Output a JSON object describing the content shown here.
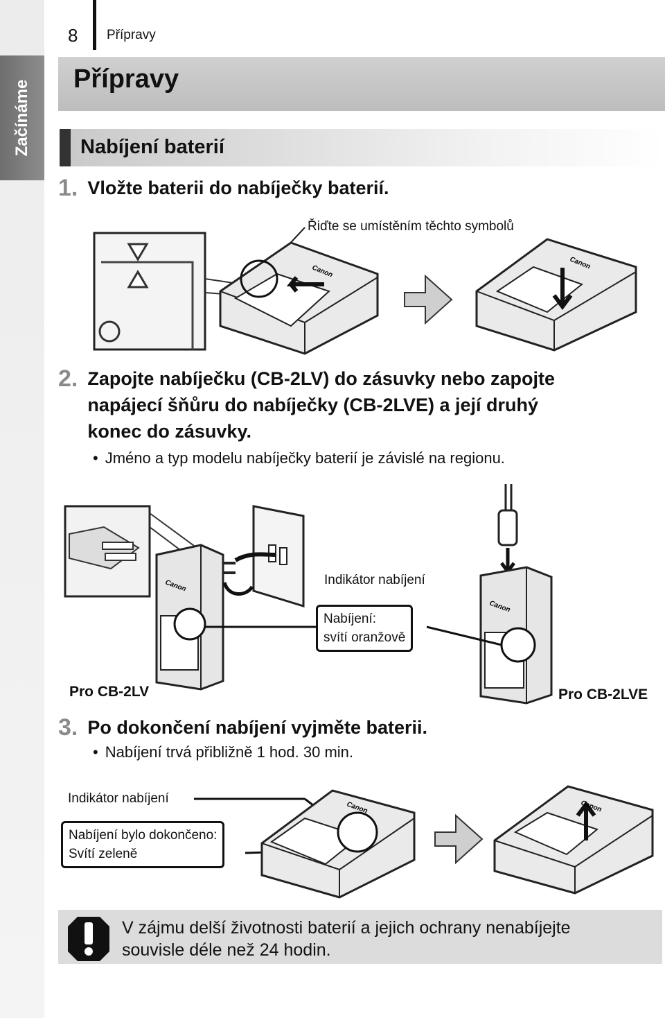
{
  "sidebar": {
    "label": "Začínáme"
  },
  "header": {
    "page_number": "8",
    "section": "Přípravy"
  },
  "page_title": "Přípravy",
  "section": {
    "title": "Nabíjení baterií"
  },
  "steps": [
    {
      "number": "1.",
      "text": "Vložte baterii do nabíječky baterií."
    },
    {
      "number": "2.",
      "lines": [
        "Zapojte nabíječku (CB-2LV) do zásuvky nebo zapojte",
        "napájecí šňůru do nabíječky (CB-2LVE) a její druhý",
        "konec do zásuvky."
      ]
    },
    {
      "number": "3.",
      "text": "Po dokončení nabíjení vyjměte baterii."
    }
  ],
  "bullets": {
    "step2": "Jméno a typ modelu nabíječky baterií je závislé na regionu.",
    "step3": "Nabíjení trvá přibližně 1 hod. 30 min."
  },
  "figure1": {
    "callout": "Řiďte se umístěním těchto symbolů"
  },
  "figure2": {
    "indicator_label": "Indikátor nabíjení",
    "status_lines": [
      "Nabíjení:",
      "svítí oranžově"
    ],
    "label_left": "Pro CB-2LV",
    "label_right": "Pro CB-2LVE"
  },
  "figure3": {
    "indicator_label": "Indikátor nabíjení",
    "status_lines": [
      "Nabíjení bylo dokončeno:",
      "Svítí zeleně"
    ]
  },
  "device_brand": "Canon",
  "warning": {
    "icon": "exclamation-icon",
    "lines": [
      "V zájmu delší životnosti baterií a jejich ochrany nenabíjejte",
      "souvisle déle než 24 hodin."
    ]
  }
}
